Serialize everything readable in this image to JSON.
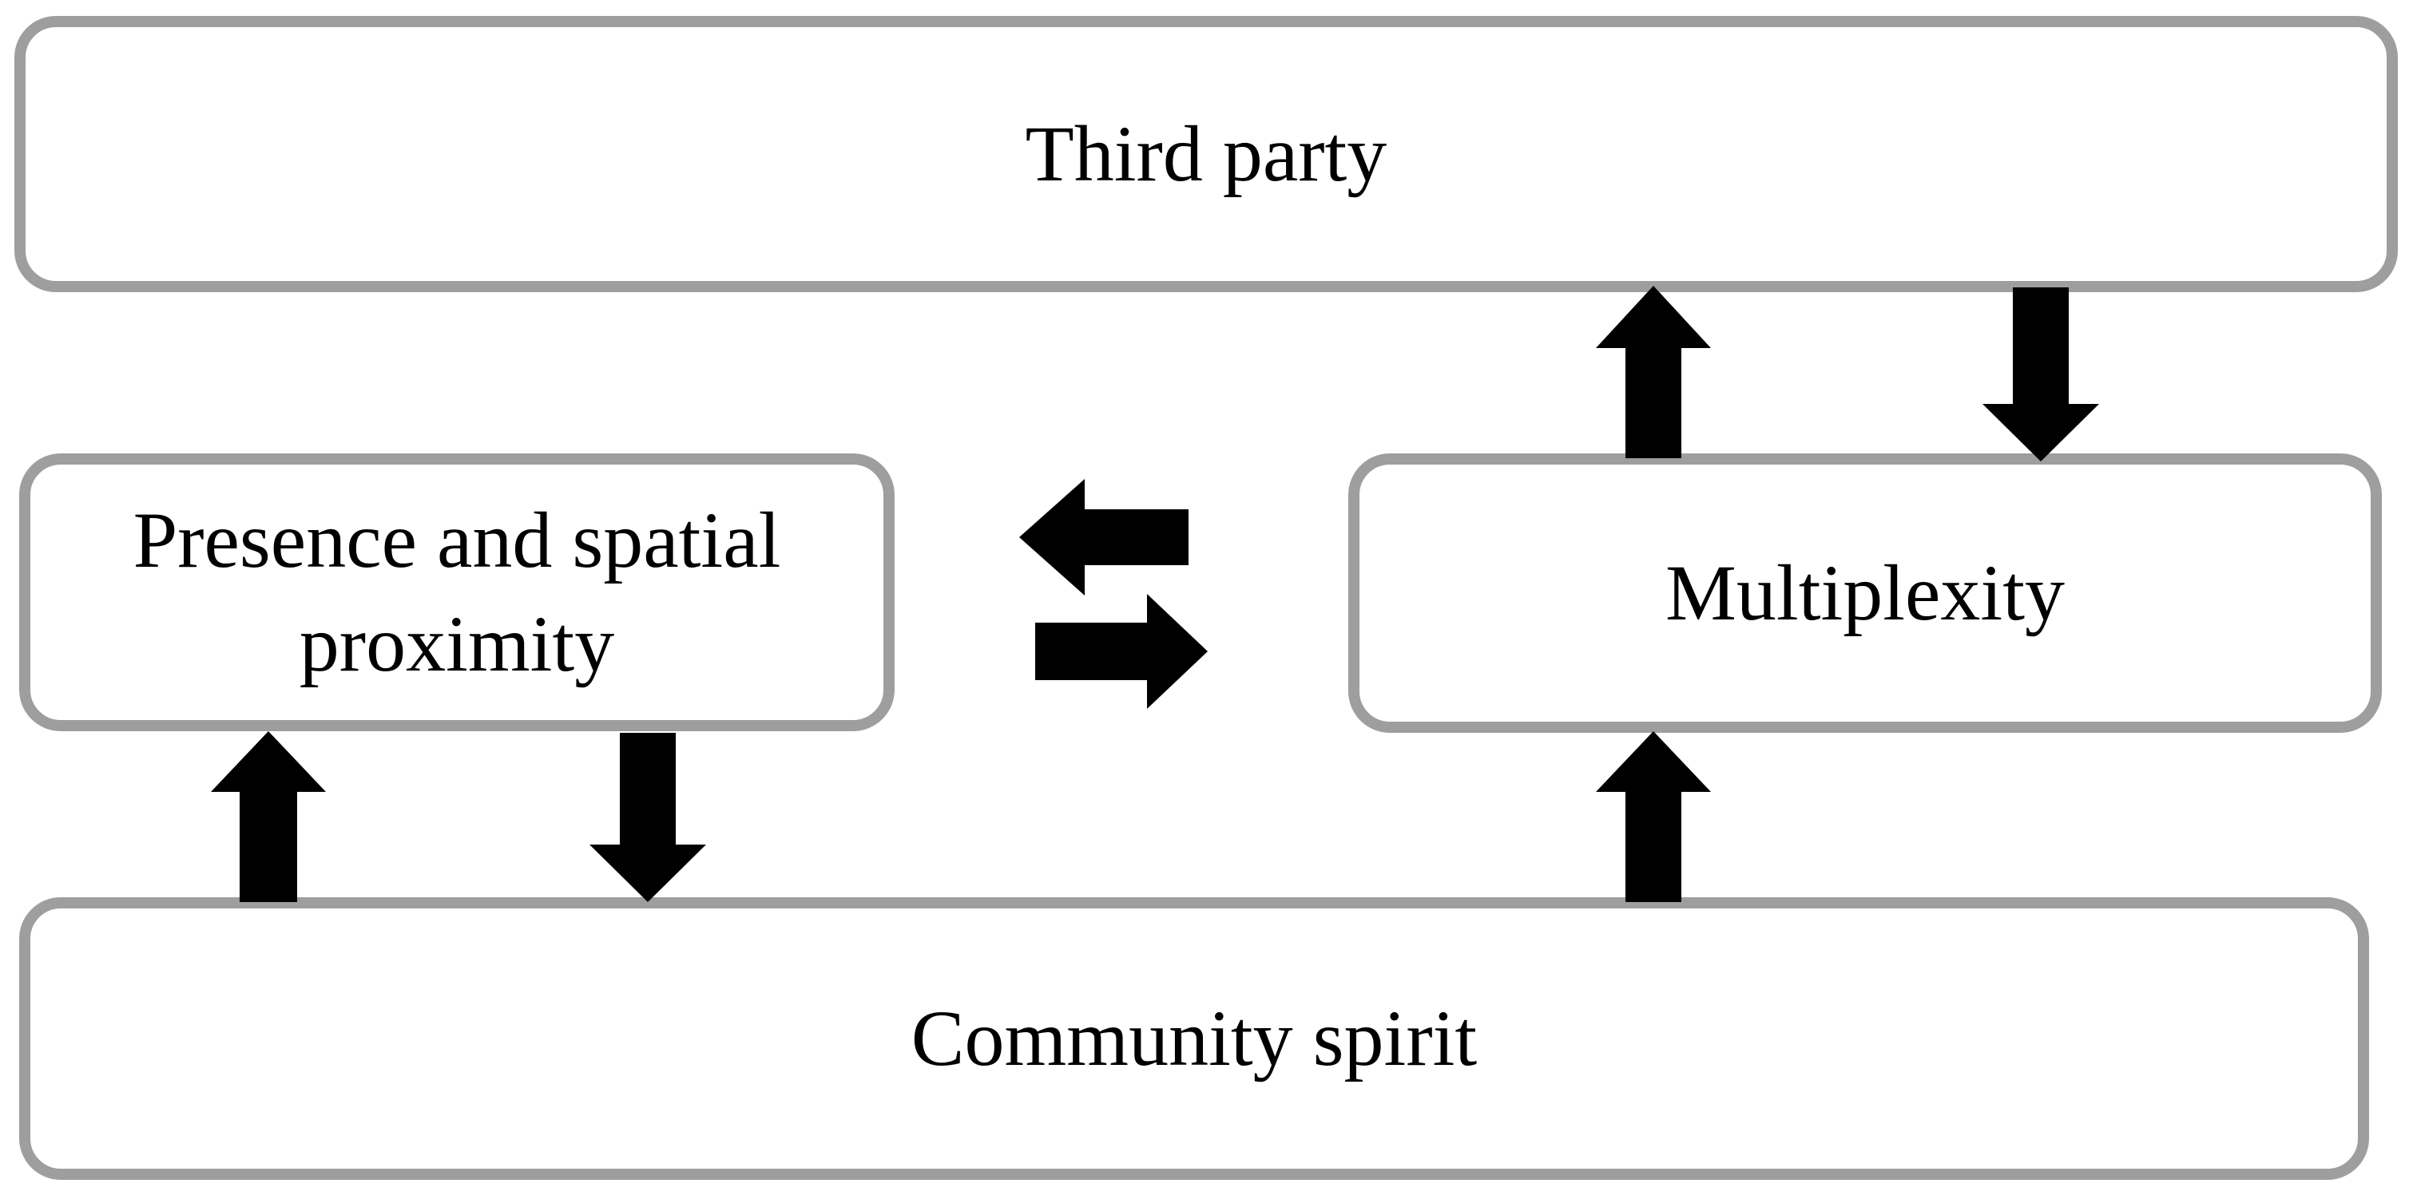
{
  "diagram": {
    "nodes": {
      "third_party": {
        "label": "Third party"
      },
      "presence": {
        "label_line1": "Presence and spatial",
        "label_line2": "proximity"
      },
      "multiplexity": {
        "label": "Multiplexity"
      },
      "community_spirit": {
        "label": "Community spirit"
      }
    },
    "edges": [
      {
        "from": "Multiplexity",
        "to": "Third party"
      },
      {
        "from": "Third party",
        "to": "Multiplexity"
      },
      {
        "from": "Multiplexity",
        "to": "Presence and spatial proximity"
      },
      {
        "from": "Presence and spatial proximity",
        "to": "Multiplexity"
      },
      {
        "from": "Community spirit",
        "to": "Presence and spatial proximity"
      },
      {
        "from": "Presence and spatial proximity",
        "to": "Community spirit"
      },
      {
        "from": "Community spirit",
        "to": "Multiplexity"
      }
    ],
    "colors": {
      "box_border": "#9e9e9e",
      "arrow_fill": "#000000"
    }
  }
}
